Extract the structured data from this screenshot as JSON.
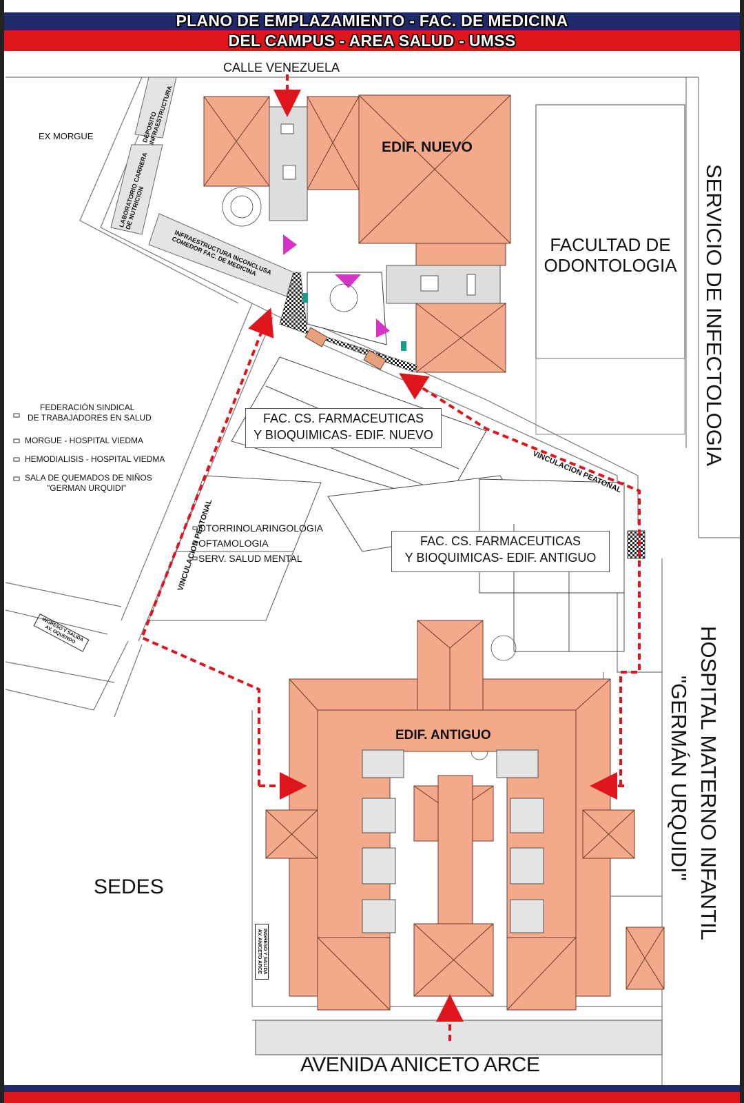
{
  "header": {
    "line1": "PLANO DE EMPLAZAMIENTO - FAC. DE MEDICINA",
    "line2": "DEL CAMPUS - AREA SALUD - UMSS"
  },
  "streets": {
    "top": "CALLE VENEZUELA",
    "bottom": "AVENIDA ANICETO ARCE",
    "pedestrian_1": "VINCULACION PEATONAL",
    "pedestrian_2": "VINCULACION PEATONAL"
  },
  "buildings": {
    "edif_nuevo": "EDIF. NUEVO",
    "edif_antiguo": "EDIF. ANTIGUO",
    "odontologia_line1": "FACULTAD DE",
    "odontologia_line2": "ODONTOLOGIA",
    "infectologia": "SERVICIO DE INFECTOLOGIA",
    "materno_line1": "HOSPITAL MATERNO INFANTIL",
    "materno_line2": "\"GERMÁN URQUIDI\"",
    "sedes": "SEDES",
    "farm_nuevo_line1": "FAC. CS. FARMACEUTICAS",
    "farm_nuevo_line2": "Y BIOQUIMICAS- EDIF. NUEVO",
    "farm_antiguo_line1": "FAC. CS. FARMACEUTICAS",
    "farm_antiguo_line2": "Y BIOQUIMICAS- EDIF. ANTIGUO",
    "ex_morgue": "EX MORGUE",
    "deposito_line1": "DEPOSITO",
    "deposito_line2": "INFRAESTRUCTURA",
    "laboratorio_line1": "LABORATORIO CARRERA",
    "laboratorio_line2": "DE NUTRICION",
    "comedor_line1": "INFRAESTRUCTURA INCONCLUSA",
    "comedor_line2": "COMEDOR FAC. DE MEDICINA"
  },
  "left_list": [
    "FEDERACIÓN SINDICAL",
    "DE TRABAJADORES EN SALUD",
    "MORGUE - HOSPITAL VIEDMA",
    "HEMODIALISIS - HOSPITAL VIEDMA",
    "SALA DE QUEMADOS DE NIÑOS",
    "\"GERMAN URQUIDI\""
  ],
  "middle_list": [
    "OTORRINOLARINGOLOGIA",
    "OFTAMOLOGIA",
    "SERV. SALUD MENTAL"
  ],
  "entrances": {
    "oquendo_line1": "INGRESO Y SALIDA",
    "oquendo_line2": "AV. OQUENDO",
    "arce_line1": "INGRESO Y SALIDA",
    "arce_line2": "AV. ANICETO ARCE"
  },
  "colors": {
    "roof": "#f4a98a",
    "roof_line": "#6b3a2a",
    "route": "#e0141b",
    "banner_blue": "#1f2a6b",
    "banner_red": "#e0141b",
    "accent_magenta": "#d633c9",
    "accent_teal": "#1a9c8c"
  }
}
